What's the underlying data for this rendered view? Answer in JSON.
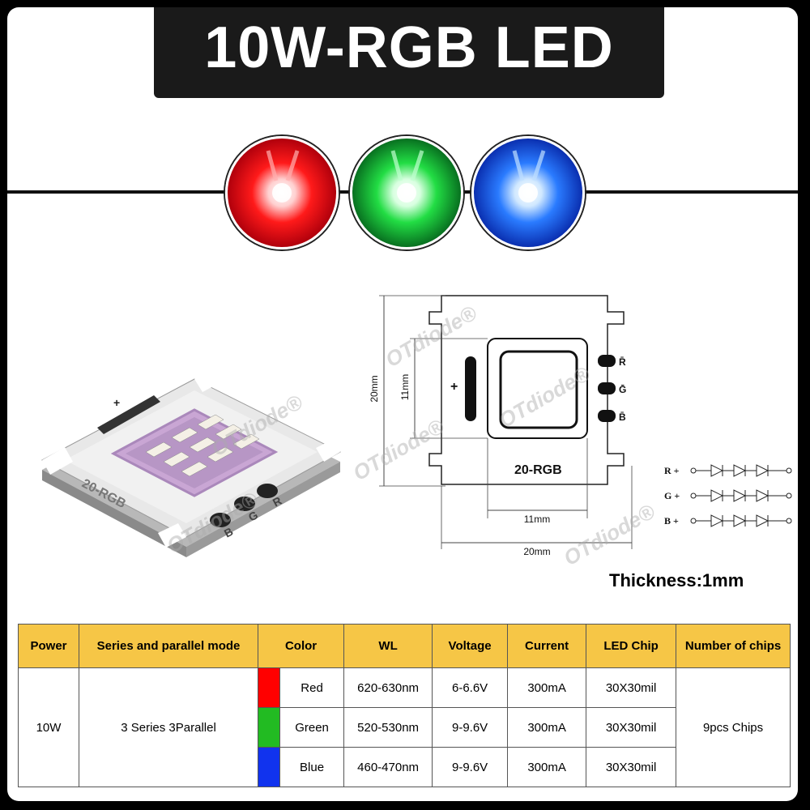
{
  "header": {
    "title": "10W-RGB LED"
  },
  "led_photos": [
    {
      "name": "red",
      "glow": "#ff1a1a",
      "core": "#ffe0e0",
      "bg": "#d0101a"
    },
    {
      "name": "green",
      "glow": "#22dd44",
      "core": "#e0ffe8",
      "bg": "#10a030"
    },
    {
      "name": "blue",
      "glow": "#2a7bff",
      "core": "#e0f0ff",
      "bg": "#0a3fd0"
    }
  ],
  "chip": {
    "label": "20-RGB",
    "plus": "+",
    "pad_labels": [
      "R",
      "G",
      "B"
    ]
  },
  "dimensions": {
    "outer_height": "20mm",
    "inner_height": "11mm",
    "inner_width": "11mm",
    "outer_width": "20mm",
    "label": "20-RGB",
    "plus": "+",
    "pads": [
      "R̄",
      "Ḡ",
      "B̄"
    ]
  },
  "circuit": {
    "rows": [
      "R +",
      "G +",
      "B +"
    ]
  },
  "watermark": "OTdiode®",
  "thickness": "Thickness:1mm",
  "table": {
    "headers": [
      "Power",
      "Series and parallel mode",
      "Color",
      "WL",
      "Voltage",
      "Current",
      "LED Chip",
      "Number of chips"
    ],
    "power": "10W",
    "mode": "3 Series 3Parallel",
    "chips": "9pcs Chips",
    "rows": [
      {
        "swatch": "#ff0000",
        "color": "Red",
        "wl": "620-630nm",
        "voltage": "6-6.6V",
        "current": "300mA",
        "chip": "30X30mil"
      },
      {
        "swatch": "#22bb22",
        "color": "Green",
        "wl": "520-530nm",
        "voltage": "9-9.6V",
        "current": "300mA",
        "chip": "30X30mil"
      },
      {
        "swatch": "#1133ee",
        "color": "Blue",
        "wl": "460-470nm",
        "voltage": "9-9.6V",
        "current": "300mA",
        "chip": "30X30mil"
      }
    ]
  }
}
